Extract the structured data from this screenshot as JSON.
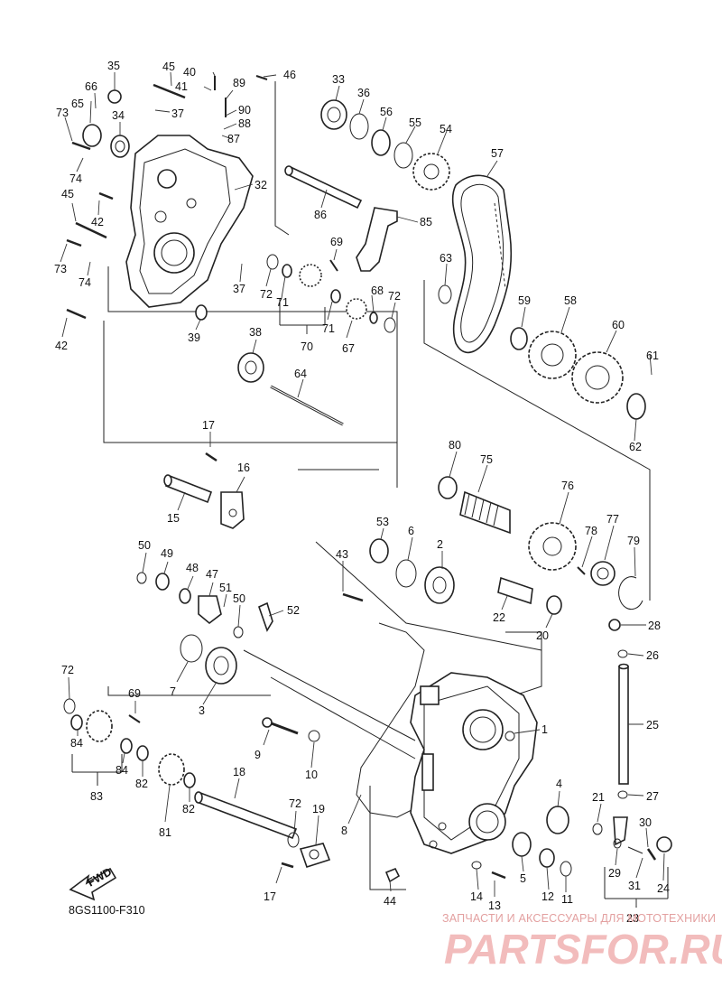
{
  "diagram": {
    "part_numbers": [
      "1",
      "2",
      "3",
      "4",
      "5",
      "6",
      "7",
      "8",
      "9",
      "10",
      "11",
      "12",
      "13",
      "14",
      "15",
      "16",
      "17",
      "17",
      "18",
      "19",
      "20",
      "21",
      "22",
      "23",
      "24",
      "25",
      "26",
      "27",
      "28",
      "29",
      "30",
      "31",
      "32",
      "33",
      "34",
      "35",
      "36",
      "37",
      "37",
      "38",
      "39",
      "40",
      "41",
      "42",
      "42",
      "43",
      "44",
      "45",
      "45",
      "46",
      "47",
      "48",
      "49",
      "50",
      "50",
      "51",
      "52",
      "53",
      "54",
      "55",
      "56",
      "57",
      "58",
      "59",
      "60",
      "61",
      "62",
      "63",
      "64",
      "65",
      "66",
      "67",
      "68",
      "69",
      "69",
      "70",
      "71",
      "71",
      "72",
      "72",
      "72",
      "72",
      "73",
      "73",
      "74",
      "74",
      "75",
      "76",
      "77",
      "78",
      "79",
      "80",
      "81",
      "82",
      "82",
      "83",
      "84",
      "84",
      "85",
      "86",
      "87",
      "88",
      "89",
      "90"
    ],
    "fwd_label": "FWD",
    "code": "8GS1100-F310"
  },
  "watermark": {
    "line1": "ЗАПЧАСТИ И АКСЕССУАРЫ ДЛЯ МОТОТЕХНИКИ",
    "line2": "PARTSFOR.RU"
  }
}
